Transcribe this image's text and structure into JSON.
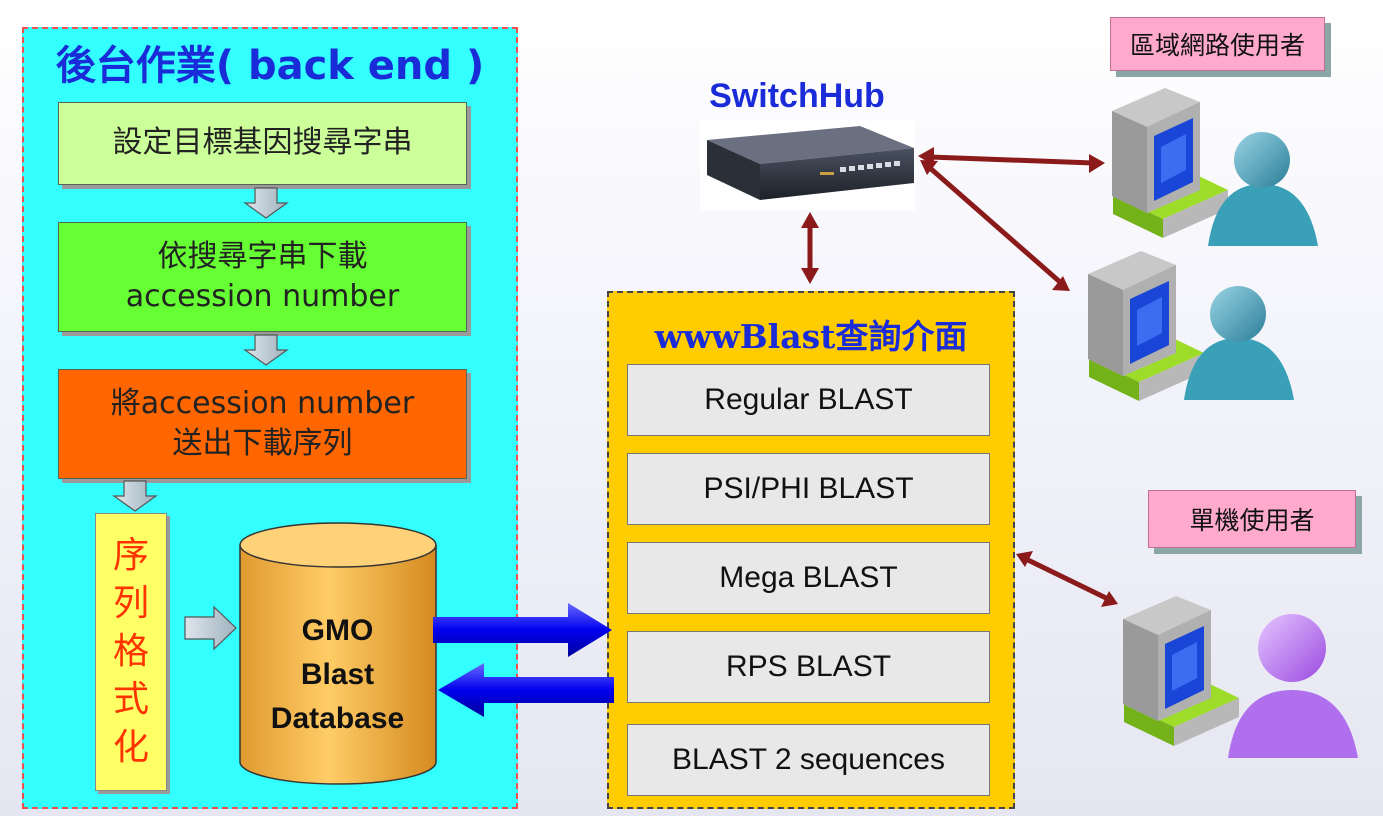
{
  "backend": {
    "title": "後台作業( back end )",
    "step1": "設定目標基因搜尋字串",
    "step2_line1": "依搜尋字串下載",
    "step2_line2": "accession number",
    "step3_line1": "將accession number",
    "step3_line2": "送出下載序列",
    "format_chars": [
      "序",
      "列",
      "格",
      "式",
      "化"
    ],
    "database": [
      "GMO",
      "Blast",
      "Database"
    ]
  },
  "switch": {
    "label": "SwitchHub"
  },
  "blast": {
    "title": "wwwBlast查詢介面",
    "buttons": [
      "Regular  BLAST",
      "PSI/PHI  BLAST",
      "Mega  BLAST",
      "RPS  BLAST",
      "BLAST 2 sequences"
    ]
  },
  "users": {
    "lan_label": "區域網路使用者",
    "standalone_label": "單機使用者"
  },
  "colors": {
    "backend_bg": "#33ffff",
    "title_blue": "#1a2bd8",
    "link_red": "#8b1a1a",
    "flow_blue": "#0000ee",
    "blast_panel": "#ffcc00",
    "user_teal": "#3aa0b8",
    "user_purple": "#b070ee"
  }
}
